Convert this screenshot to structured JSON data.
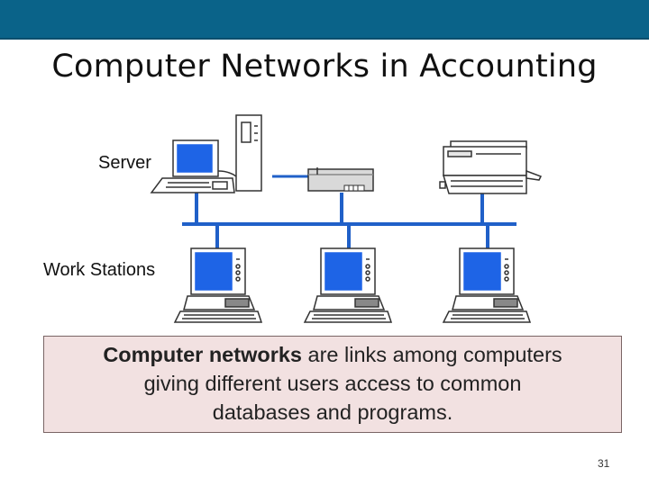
{
  "slide": {
    "title": "Computer Networks in Accounting",
    "page_number": "31"
  },
  "diagram": {
    "server_label": "Server",
    "workstations_label": "Work Stations",
    "nodes": [
      "server-computer",
      "network-hub",
      "printer",
      "workstation",
      "workstation",
      "workstation"
    ],
    "network_color": "#2060c8",
    "screen_color": "#1e64e6"
  },
  "callout": {
    "term": "Computer networks",
    "line1_rest": " are links among computers",
    "line2": "giving different users access to common",
    "line3": "databases and programs.",
    "background": "#f2e1e1"
  }
}
